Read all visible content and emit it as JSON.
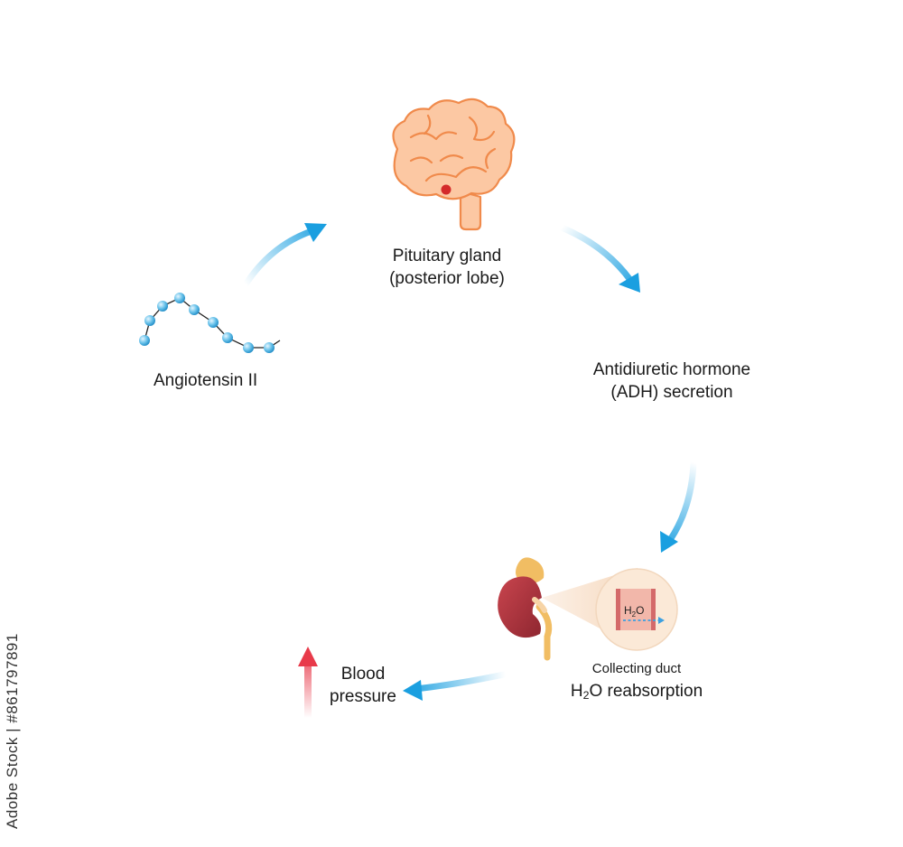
{
  "nodes": {
    "angiotensin": {
      "label": "Angiotensin II"
    },
    "pituitary": {
      "line1": "Pituitary gland",
      "line2": "(posterior lobe)"
    },
    "adh": {
      "line1": "Antidiuretic hormone",
      "line2": "(ADH) secretion"
    },
    "kidney": {
      "caption_small": "Collecting duct",
      "caption_prefix": "H",
      "caption_sub": "2",
      "caption_suffix": "O reabsorption",
      "inset_prefix": "H",
      "inset_sub": "2",
      "inset_suffix": "O"
    },
    "blood_pressure": {
      "line1": "Blood",
      "line2": "pressure"
    }
  },
  "watermark": {
    "side_text": "Adobe Stock | #861797891"
  },
  "colors": {
    "arrow_blue": "#1a9fe0",
    "brain_fill": "#fcc8a3",
    "brain_stroke": "#f08a4b",
    "pituitary_dot": "#d42a2a",
    "peptide_bead": "#5bbbe8",
    "kidney_red": "#b3343d",
    "up_arrow_red": "#e83a4a"
  }
}
